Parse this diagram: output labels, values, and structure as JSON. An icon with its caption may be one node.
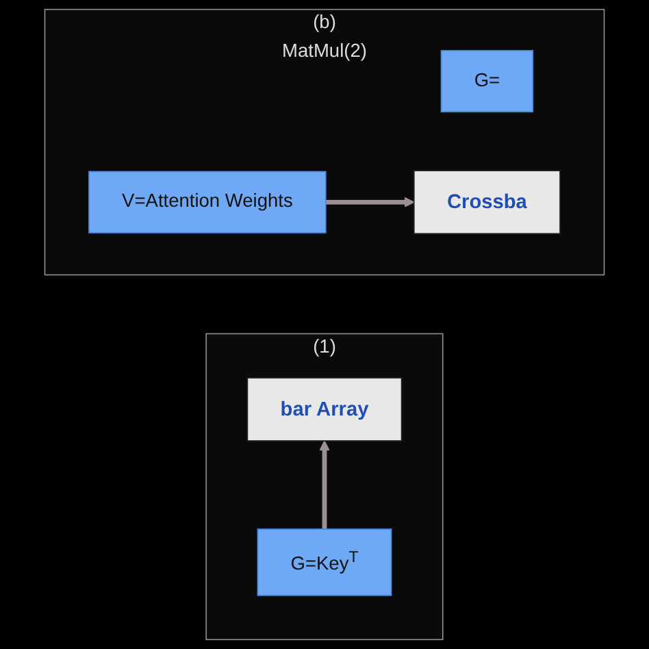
{
  "diagram": {
    "nodes": [
      {
        "text": [
          "(1)"
        ]
      },
      {
        "text": [
          "bar Array"
        ],
        "in": 0
      },
      {
        "text": [
          "G=Key$^{T}$"
        ],
        "in": 0
      },
      {
        "text": [
          "(b)",
          "MatMul(2)"
        ]
      },
      {
        "text": [
          "G="
        ],
        "in": 3
      },
      {
        "text": [
          "V=Attention Weights"
        ],
        "in": 3
      },
      {
        "text": [
          "Crossba"
        ],
        "in": 3
      }
    ],
    "edges": [
      {
        "from": 2,
        "to": 1,
        "arrow": "to"
      },
      {
        "from": 5,
        "to": 6,
        "arrow": "to"
      }
    ]
  }
}
